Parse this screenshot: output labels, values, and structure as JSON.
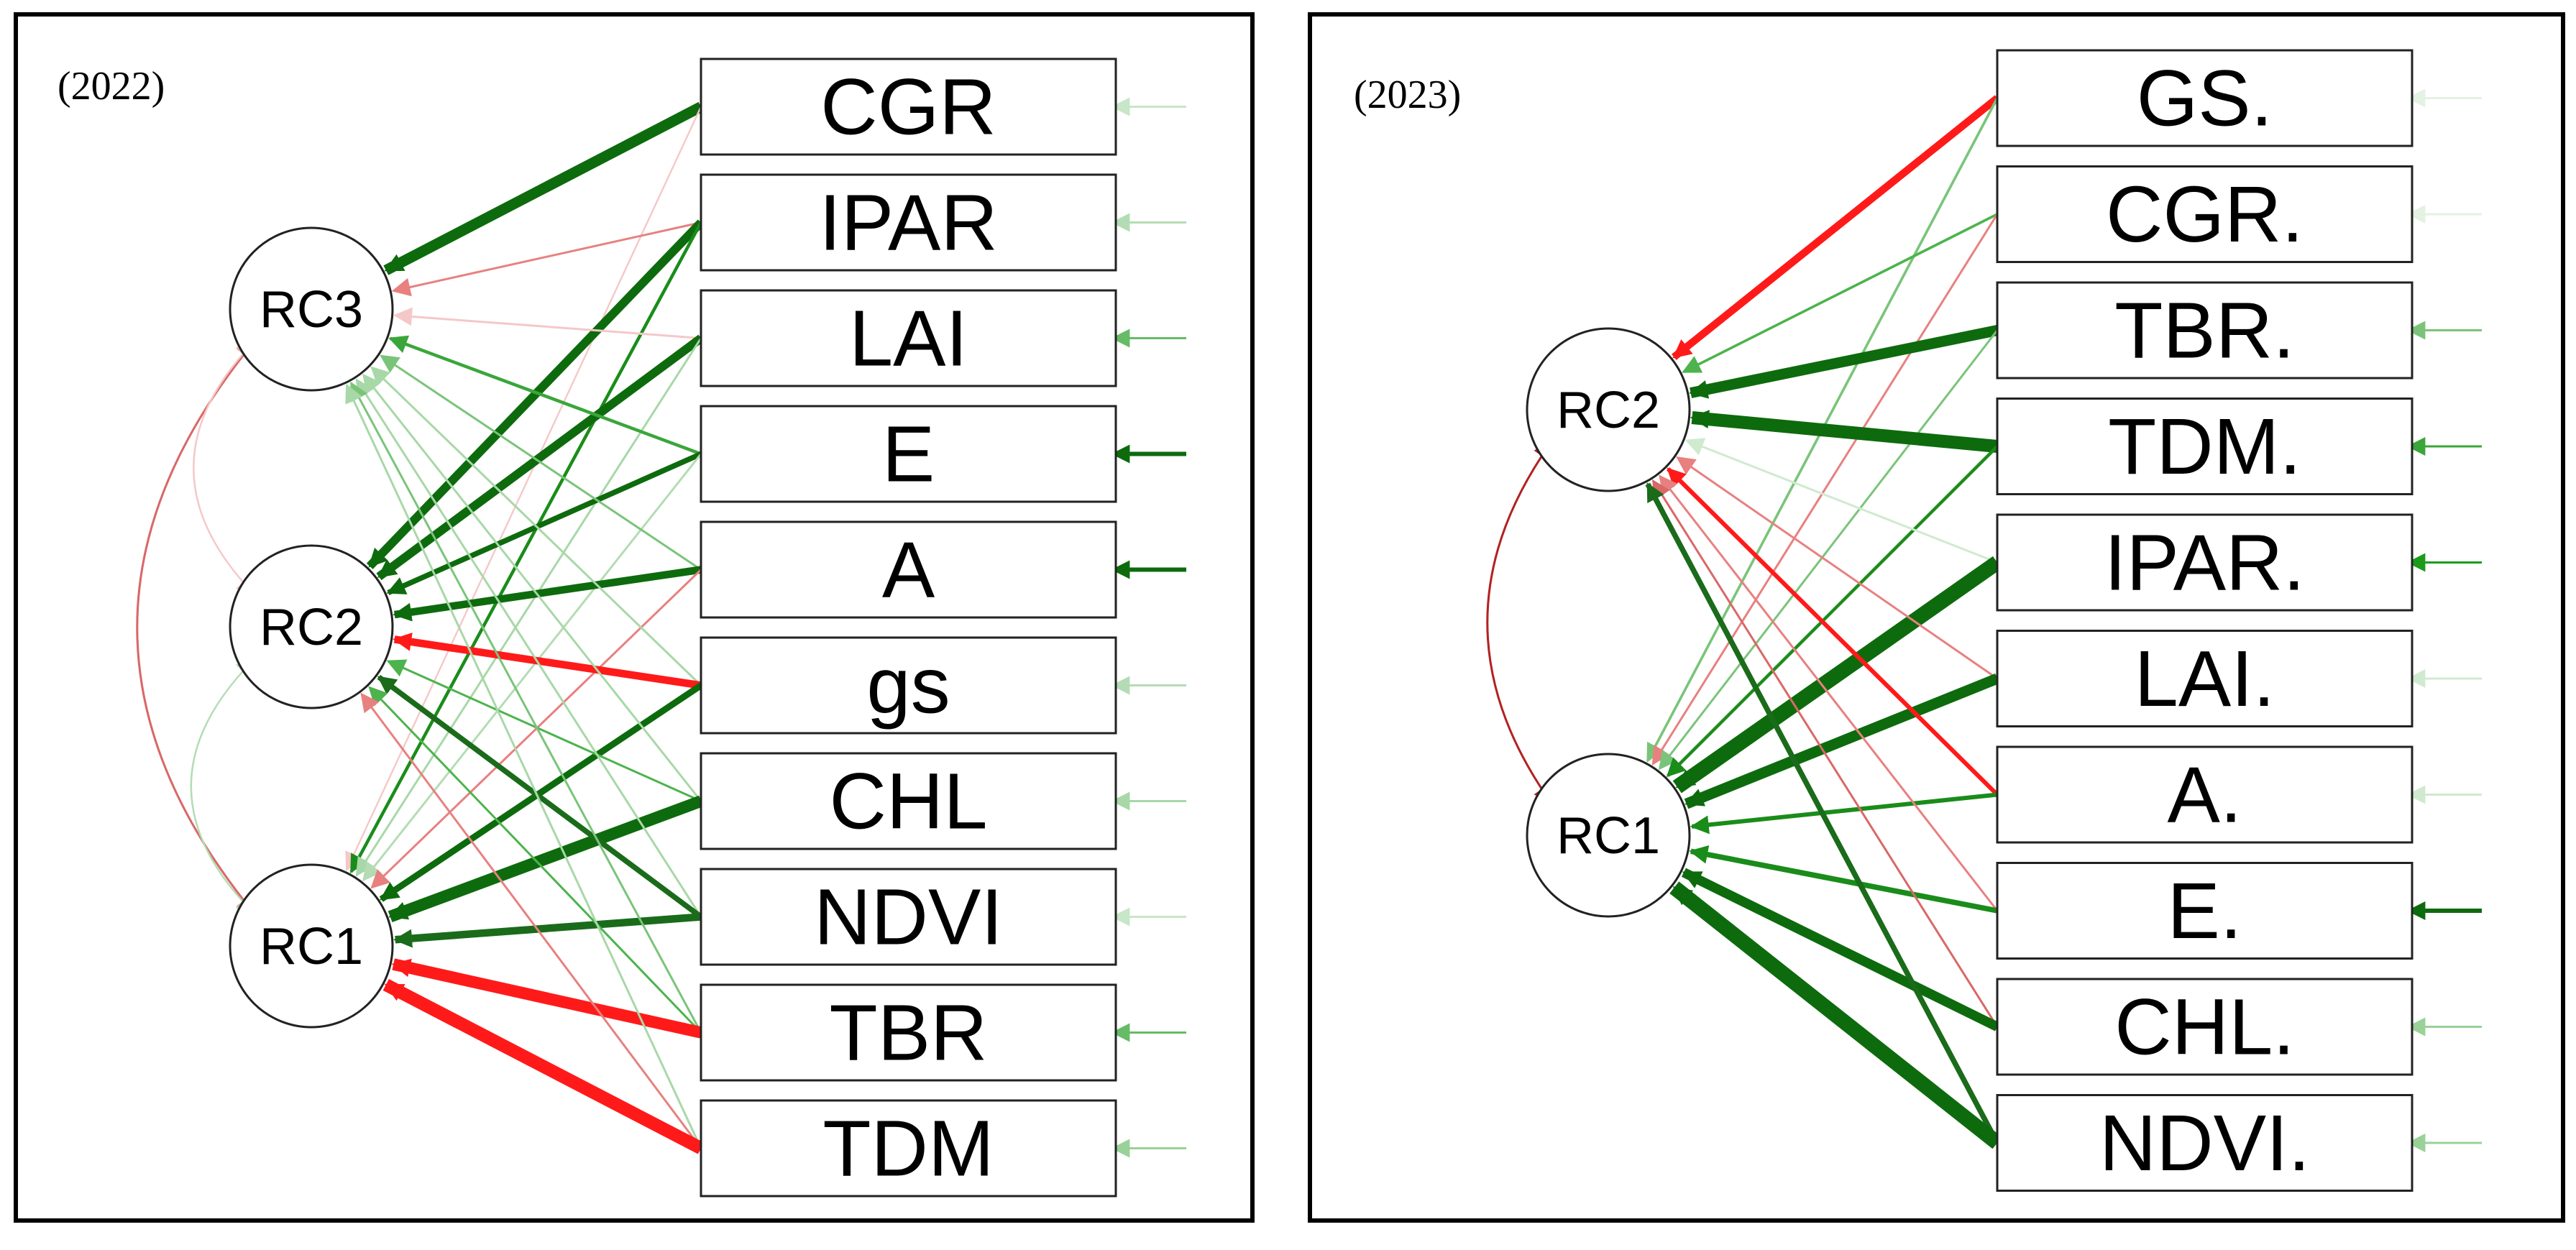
{
  "panels": [
    {
      "id": "p2022",
      "title": "(2022)",
      "factors": [
        "RC3",
        "RC2",
        "RC1"
      ],
      "variables": [
        {
          "name": "CGR",
          "residual": "#c8e6c8"
        },
        {
          "name": "IPAR",
          "residual": "#b4dcb4"
        },
        {
          "name": "LAI",
          "residual": "#66bb66"
        },
        {
          "name": "E",
          "residual": "#0d6b0d"
        },
        {
          "name": "A",
          "residual": "#0d6b0d"
        },
        {
          "name": "gs",
          "residual": "#b4dcb4"
        },
        {
          "name": "CHL",
          "residual": "#a8d8a8"
        },
        {
          "name": "NDVI",
          "residual": "#c8e6c8"
        },
        {
          "name": "TBR",
          "residual": "#66bb66"
        },
        {
          "name": "TDM",
          "residual": "#99d199"
        }
      ],
      "loadings": [
        {
          "from": "CGR",
          "to": "RC3",
          "color": "#0d6b0d",
          "weight": 5
        },
        {
          "from": "CGR",
          "to": "RC1",
          "color": "#f5c8c8",
          "weight": 0.8
        },
        {
          "from": "IPAR",
          "to": "RC3",
          "color": "#e88080",
          "weight": 1
        },
        {
          "from": "IPAR",
          "to": "RC2",
          "color": "#0d6b0d",
          "weight": 4
        },
        {
          "from": "IPAR",
          "to": "RC1",
          "color": "#1a8c1a",
          "weight": 1.5
        },
        {
          "from": "LAI",
          "to": "RC3",
          "color": "#f5c8c8",
          "weight": 1
        },
        {
          "from": "LAI",
          "to": "RC2",
          "color": "#0d6b0d",
          "weight": 4
        },
        {
          "from": "LAI",
          "to": "RC1",
          "color": "#a8d8a8",
          "weight": 1
        },
        {
          "from": "E",
          "to": "RC3",
          "color": "#3aa63a",
          "weight": 1.5
        },
        {
          "from": "E",
          "to": "RC2",
          "color": "#0d6b0d",
          "weight": 2.5
        },
        {
          "from": "E",
          "to": "RC1",
          "color": "#b4dcb4",
          "weight": 1
        },
        {
          "from": "A",
          "to": "RC3",
          "color": "#7ac47a",
          "weight": 1
        },
        {
          "from": "A",
          "to": "RC2",
          "color": "#0d6b0d",
          "weight": 3.5
        },
        {
          "from": "A",
          "to": "RC1",
          "color": "#e88080",
          "weight": 1
        },
        {
          "from": "gs",
          "to": "RC3",
          "color": "#a8d8a8",
          "weight": 1
        },
        {
          "from": "gs",
          "to": "RC2",
          "color": "#ff1a1a",
          "weight": 3.5
        },
        {
          "from": "gs",
          "to": "RC1",
          "color": "#0d6b0d",
          "weight": 3
        },
        {
          "from": "CHL",
          "to": "RC3",
          "color": "#a8d8a8",
          "weight": 1
        },
        {
          "from": "CHL",
          "to": "RC2",
          "color": "#4db34d",
          "weight": 1
        },
        {
          "from": "CHL",
          "to": "RC1",
          "color": "#0d6b0d",
          "weight": 5.5
        },
        {
          "from": "NDVI",
          "to": "RC3",
          "color": "#a8d8a8",
          "weight": 1
        },
        {
          "from": "NDVI",
          "to": "RC2",
          "color": "#1a6b1a",
          "weight": 2.5
        },
        {
          "from": "NDVI",
          "to": "RC1",
          "color": "#1a6b1a",
          "weight": 3.5
        },
        {
          "from": "TBR",
          "to": "RC3",
          "color": "#7ac47a",
          "weight": 1
        },
        {
          "from": "TBR",
          "to": "RC2",
          "color": "#4db34d",
          "weight": 1
        },
        {
          "from": "TBR",
          "to": "RC1",
          "color": "#ff1a1a",
          "weight": 5.5
        },
        {
          "from": "TDM",
          "to": "RC3",
          "color": "#a8d8a8",
          "weight": 1
        },
        {
          "from": "TDM",
          "to": "RC2",
          "color": "#e88080",
          "weight": 1
        },
        {
          "from": "TDM",
          "to": "RC1",
          "color": "#ff1a1a",
          "weight": 6
        }
      ],
      "covariances": [
        {
          "a": "RC3",
          "b": "RC1",
          "color": "#d96868",
          "weight": 1.5
        },
        {
          "a": "RC3",
          "b": "RC2",
          "color": "#f5c8c8",
          "weight": 1.2
        },
        {
          "a": "RC2",
          "b": "RC1",
          "color": "#b4dcb4",
          "weight": 1.2
        }
      ]
    },
    {
      "id": "p2023",
      "title": "(2023)",
      "factors": [
        "RC2",
        "RC1"
      ],
      "variables": [
        {
          "name": "GS.",
          "residual": "#e3f2e3"
        },
        {
          "name": "CGR.",
          "residual": "#e3f2e3"
        },
        {
          "name": "TBR.",
          "residual": "#7ac47a"
        },
        {
          "name": "TDM.",
          "residual": "#3aa63a"
        },
        {
          "name": "IPAR.",
          "residual": "#1a9c1a"
        },
        {
          "name": "LAI.",
          "residual": "#d0ead0"
        },
        {
          "name": "A.",
          "residual": "#d0ead0"
        },
        {
          "name": "E.",
          "residual": "#0d6b0d"
        },
        {
          "name": "CHL.",
          "residual": "#99d199"
        },
        {
          "name": "NDVI.",
          "residual": "#99d199"
        }
      ],
      "loadings": [
        {
          "from": "GS.",
          "to": "RC2",
          "color": "#ff1a1a",
          "weight": 3.5
        },
        {
          "from": "GS.",
          "to": "RC1",
          "color": "#7ac47a",
          "weight": 1.2
        },
        {
          "from": "CGR.",
          "to": "RC2",
          "color": "#4db34d",
          "weight": 1.2
        },
        {
          "from": "CGR.",
          "to": "RC1",
          "color": "#e88080",
          "weight": 1
        },
        {
          "from": "TBR.",
          "to": "RC2",
          "color": "#0d6b0d",
          "weight": 5
        },
        {
          "from": "TBR.",
          "to": "RC1",
          "color": "#7ac47a",
          "weight": 1
        },
        {
          "from": "TDM.",
          "to": "RC2",
          "color": "#0d6b0d",
          "weight": 6
        },
        {
          "from": "TDM.",
          "to": "RC1",
          "color": "#1a8c1a",
          "weight": 1.5
        },
        {
          "from": "IPAR.",
          "to": "RC2",
          "color": "#d0ead0",
          "weight": 1
        },
        {
          "from": "IPAR.",
          "to": "RC1",
          "color": "#0d6b0d",
          "weight": 7
        },
        {
          "from": "LAI.",
          "to": "RC2",
          "color": "#e88080",
          "weight": 1
        },
        {
          "from": "LAI.",
          "to": "RC1",
          "color": "#0d6b0d",
          "weight": 5
        },
        {
          "from": "A.",
          "to": "RC2",
          "color": "#ff1a1a",
          "weight": 2
        },
        {
          "from": "A.",
          "to": "RC1",
          "color": "#1a8c1a",
          "weight": 2
        },
        {
          "from": "E.",
          "to": "RC2",
          "color": "#e88080",
          "weight": 1
        },
        {
          "from": "E.",
          "to": "RC1",
          "color": "#1a8c1a",
          "weight": 2.5
        },
        {
          "from": "CHL.",
          "to": "RC2",
          "color": "#d96868",
          "weight": 1
        },
        {
          "from": "CHL.",
          "to": "RC1",
          "color": "#0d6b0d",
          "weight": 4.5
        },
        {
          "from": "NDVI.",
          "to": "RC2",
          "color": "#1a6b1a",
          "weight": 2.5
        },
        {
          "from": "NDVI.",
          "to": "RC1",
          "color": "#0d6b0d",
          "weight": 7
        }
      ],
      "covariances": [
        {
          "a": "RC2",
          "b": "RC1",
          "color": "#b22222",
          "weight": 1.5
        }
      ]
    }
  ]
}
